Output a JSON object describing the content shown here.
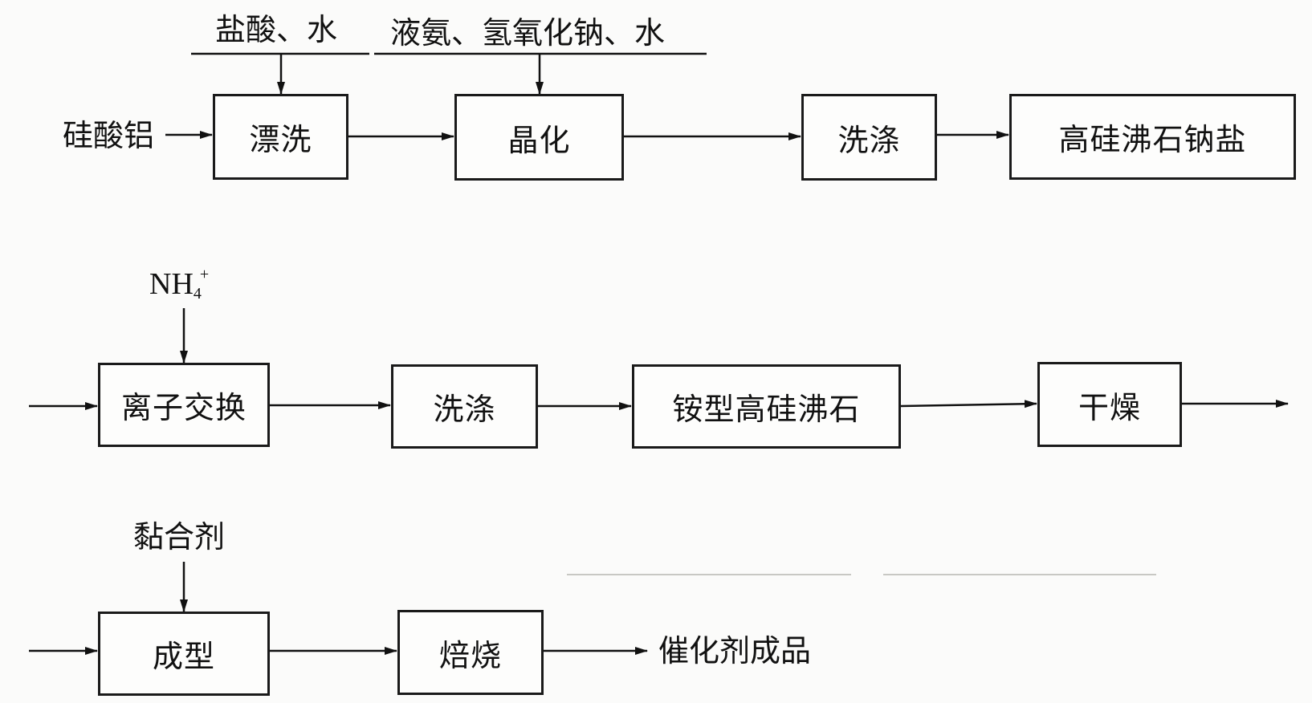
{
  "row1": {
    "reagent_1": "盐酸、水",
    "reagent_2": "液氨、氢氧化钠、水",
    "input": "硅酸铝",
    "steps": [
      "漂洗",
      "晶化",
      "洗涤",
      "高硅沸石钠盐"
    ]
  },
  "row2": {
    "reagent_main": "NH",
    "reagent_sub": "4",
    "reagent_sup": "+",
    "steps": [
      "离子交换",
      "洗涤",
      "铵型高硅沸石",
      "干燥"
    ]
  },
  "row3": {
    "reagent": "黏合剂",
    "steps": [
      "成型",
      "焙烧"
    ],
    "output": "催化剂成品"
  }
}
